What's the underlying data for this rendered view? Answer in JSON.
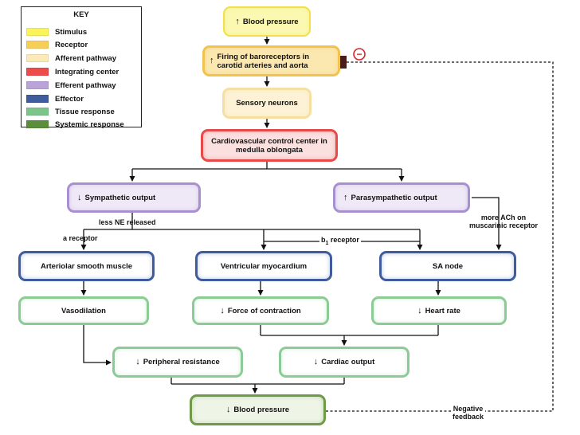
{
  "key": {
    "title": "KEY",
    "items": [
      {
        "label": "Stimulus",
        "color": "#fbf35a"
      },
      {
        "label": "Receptor",
        "color": "#f7cf58"
      },
      {
        "label": "Afferent pathway",
        "color": "#fbe9b8"
      },
      {
        "label": "Integrating center",
        "color": "#ef4a4a"
      },
      {
        "label": "Efferent pathway",
        "color": "#b9a3d8"
      },
      {
        "label": "Effector",
        "color": "#3f5c9e"
      },
      {
        "label": "Tissue response",
        "color": "#7cc48a"
      },
      {
        "label": "Systemic response",
        "color": "#5b8e3c"
      }
    ]
  },
  "nodes": {
    "stimulus": {
      "arrow": "↑",
      "label": "Blood pressure"
    },
    "receptor": {
      "arrow": "↑",
      "label": "Firing of baroreceptors in carotid arteries and aorta"
    },
    "sensory": {
      "label": "Sensory neurons"
    },
    "center": {
      "label": "Cardiovascular control center in medulla oblongata"
    },
    "sympathetic": {
      "arrow": "↓",
      "label": "Sympathetic output"
    },
    "parasympathetic": {
      "arrow": "↑",
      "label": "Parasympathetic output"
    },
    "arteriolar": {
      "label": "Arteriolar smooth muscle"
    },
    "ventricular": {
      "label": "Ventricular myocardium"
    },
    "sa_node": {
      "label": "SA node"
    },
    "vasodilation": {
      "label": "Vasodilation"
    },
    "force": {
      "arrow": "↓",
      "label": "Force of contraction"
    },
    "heart_rate": {
      "arrow": "↓",
      "label": "Heart rate"
    },
    "peripheral": {
      "arrow": "↓",
      "label": "Peripheral resistance"
    },
    "cardiac": {
      "arrow": "↓",
      "label": "Cardiac output"
    },
    "final_bp": {
      "arrow": "↓",
      "label": "Blood pressure"
    }
  },
  "labels": {
    "less_ne": "less NE released",
    "alpha_receptor": "a receptor",
    "beta_receptor_main": "b",
    "beta_receptor_sub": "1",
    "beta_receptor_tail": " receptor",
    "more_ach_line1": "more ACh on",
    "more_ach_line2": "muscarinic receptor",
    "negative_line1": "Negative",
    "negative_line2": "feedback",
    "minus_sign": "−"
  },
  "colors": {
    "stimulus_fill": "#fbf8b2",
    "stimulus_border": "#f0e04a",
    "receptor_fill": "#fbe7b0",
    "receptor_border": "#f2c24f",
    "afferent_fill": "#fdf2d6",
    "afferent_border": "#f6dfa0",
    "center_fill": "#fbe0e0",
    "center_border": "#e84a4a",
    "efferent_fill": "#efe9f7",
    "efferent_border": "#a890d0",
    "effector_fill": "#ffffff",
    "effector_border": "#3f5c9e",
    "tissue_fill": "#ffffff",
    "tissue_border": "#8ccb96",
    "systemic_fill": "#eef5e6",
    "systemic_border": "#6e9a4a",
    "minus_red": "#d9242a"
  }
}
